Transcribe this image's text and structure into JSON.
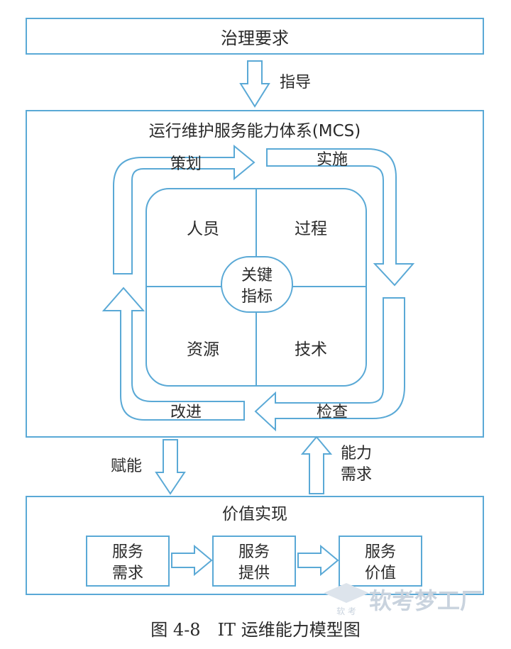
{
  "governance": {
    "label": "治理要求"
  },
  "guide": {
    "label": "指导"
  },
  "mcs": {
    "title": "运行维护服务能力体系(MCS)",
    "cycle": {
      "plan": "策划",
      "implement": "实施",
      "check": "检查",
      "improve": "改进"
    },
    "quadrants": {
      "people": "人员",
      "process": "过程",
      "resources": "资源",
      "technology": "技术"
    },
    "center": {
      "line1": "关键",
      "line2": "指标"
    }
  },
  "empower": {
    "label": "赋能"
  },
  "capability_demand": {
    "line1": "能力",
    "line2": "需求"
  },
  "value": {
    "title": "价值实现",
    "steps": [
      {
        "line1": "服务",
        "line2": "需求"
      },
      {
        "line1": "服务",
        "line2": "提供"
      },
      {
        "line1": "服务",
        "line2": "价值"
      }
    ]
  },
  "caption": "图 4-8　IT 运维能力模型图",
  "watermark": {
    "main": "软考梦工厂",
    "small": "软 考"
  },
  "colors": {
    "line": "#5aa9d6",
    "text": "#2a2a2a"
  }
}
